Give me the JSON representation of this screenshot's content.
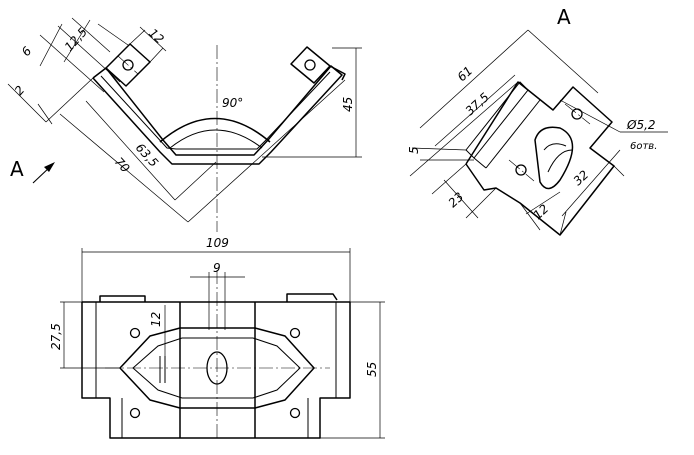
{
  "views": {
    "front": {
      "dims": {
        "d6": "6",
        "d12_5": "12,5",
        "d12": "12",
        "d2": "2",
        "d63_5": "63,5",
        "d70": "70",
        "d45": "45",
        "angle": "90°"
      }
    },
    "aux": {
      "view_letter": "A",
      "dims": {
        "d61": "61",
        "d37_5": "37,5",
        "d5": "5",
        "d23": "23",
        "d12": "12",
        "d32": "32",
        "hole_dia": "Ø5,2",
        "hole_count": "6отв."
      }
    },
    "top": {
      "dims": {
        "d109": "109",
        "d9": "9",
        "d27_5": "27,5",
        "d12": "12",
        "d55": "55"
      }
    }
  },
  "arrow_label": "A",
  "colors": {
    "line": "#000000",
    "background": "#ffffff"
  }
}
